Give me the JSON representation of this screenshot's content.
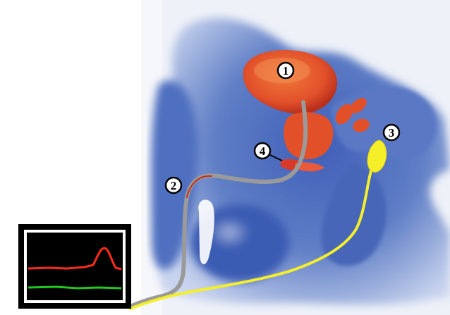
{
  "markers": [
    {
      "id": "1",
      "label": "1"
    },
    {
      "id": "2",
      "label": "2"
    },
    {
      "id": "3",
      "label": "3"
    },
    {
      "id": "4",
      "label": "4"
    }
  ],
  "colors": {
    "tissue": "#5f7ec6",
    "tissue_dark": "#2f4a9a",
    "bladder": "#e2502a",
    "urethral_catheter": "#9a9a9a",
    "rectal_catheter": "#f5ef2a",
    "monitor_screen": "#000000",
    "monitor_frame": "#000000",
    "trace_pressure": "#ff2a1a",
    "trace_baseline": "#1fc81f"
  },
  "icons": {
    "monitor": "pressure-monitor-icon"
  }
}
